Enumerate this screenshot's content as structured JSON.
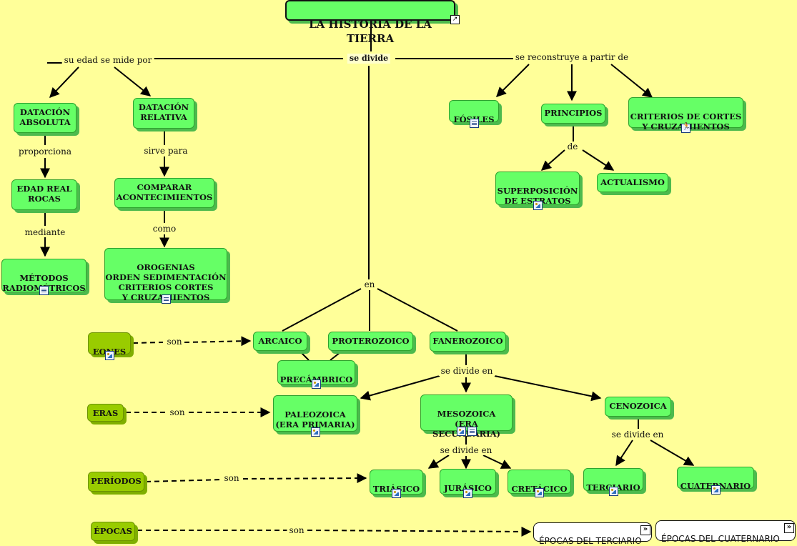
{
  "title": "LA HISTORIA DE LA TIERRA",
  "links": {
    "su_edad": "su edad se mide por",
    "se_divide": "se divide",
    "se_reconstruye": "se reconstruye a partir de",
    "proporciona": "proporciona",
    "sirve_para": "sirve para",
    "mediante": "mediante",
    "como": "como",
    "de": "de",
    "en": "en",
    "son_eones": "son",
    "son_eras": "son",
    "son_periodos": "son",
    "son_epocas": "son",
    "se_divide_en_fan": "se divide en",
    "se_divide_en_meso": "se divide en",
    "se_divide_en_ceno": "se divide en"
  },
  "nodes": {
    "datacion_absoluta": "DATACIÓN\nABSOLUTA",
    "datacion_relativa": "DATACIÓN\nRELATIVA",
    "edad_real": "EDAD REAL\nROCAS",
    "comparar": "COMPARAR\nACONTECIMIENTOS",
    "metodos": "MÉTODOS\nRADIOMÉTRICOS",
    "orogenias": "OROGENIAS\nORDEN SEDIMENTACIÓN\nCRITERIOS CORTES\nY CRUZAMIENTOS",
    "fosiles": "FÓSILES",
    "principios": "PRINCIPIOS",
    "criterios": "CRITERIOS DE CORTES\nY CRUZAMIENTOS",
    "superposicion": "SUPERPOSICIÓN\nDE ESTRATOS",
    "actualismo": "ACTUALISMO",
    "eones": "EONES",
    "arcaico": "ARCAICO",
    "proterozoico": "PROTEROZOICO",
    "fanerozoico": "FANEROZOICO",
    "precambrico": "PRECÁMBRICO",
    "eras": "ERAS",
    "paleozoica": "PALEOZOICA\n(ERA PRIMARIA)",
    "mesozoica": "MESOZOICA\n(ERA SECUNDARIA)",
    "cenozoica": "CENOZOICA",
    "periodos": "PERÍODOS",
    "triasico": "TRIÁSICO",
    "jurasico": "JURÁSICO",
    "cretacico": "CRETÁCICO",
    "terciario": "TERCIARIO",
    "cuaternario": "CUATERNARIO",
    "epocas": "ÉPOCAS",
    "epocas_terciario": "ÉPOCAS DEL TERCIARIO",
    "epocas_cuaternario": "ÉPOCAS DEL CUATERNARIO"
  }
}
